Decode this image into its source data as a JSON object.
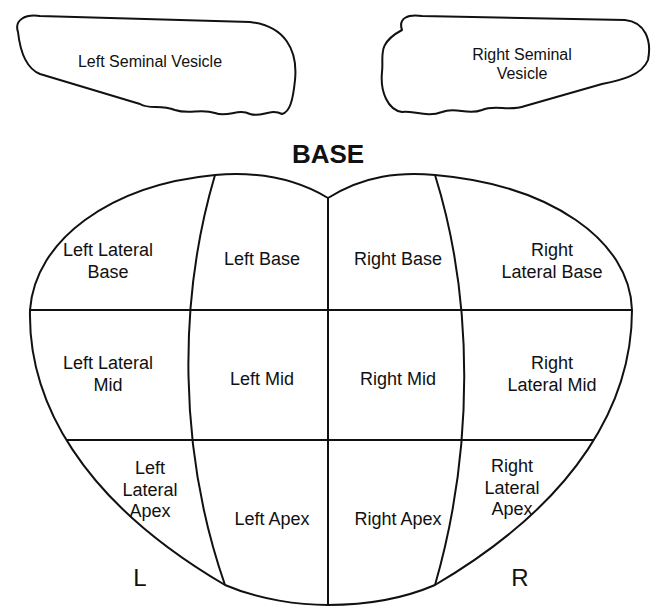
{
  "diagram": {
    "nodes": [
      {
        "text": [
          "Left Seminal Vesicle"
        ]
      },
      {
        "text": [
          "Right Seminal Vesicle"
        ]
      },
      {
        "text": [
          "Left Lateral Base"
        ]
      },
      {
        "text": [
          "Left Base"
        ]
      },
      {
        "text": [
          "Right Base"
        ]
      },
      {
        "text": [
          "Right Lateral Base"
        ]
      },
      {
        "text": [
          "Left Lateral Mid"
        ]
      },
      {
        "text": [
          "Left Mid"
        ]
      },
      {
        "text": [
          "Right Mid"
        ]
      },
      {
        "text": [
          "Right Lateral Mid"
        ]
      },
      {
        "text": [
          "Left Lateral Apex"
        ]
      },
      {
        "text": [
          "Left Apex"
        ]
      },
      {
        "text": [
          "Right Apex"
        ]
      },
      {
        "text": [
          "Right Lateral Apex"
        ]
      }
    ],
    "labels": [
      "BASE",
      "L",
      "R"
    ]
  }
}
